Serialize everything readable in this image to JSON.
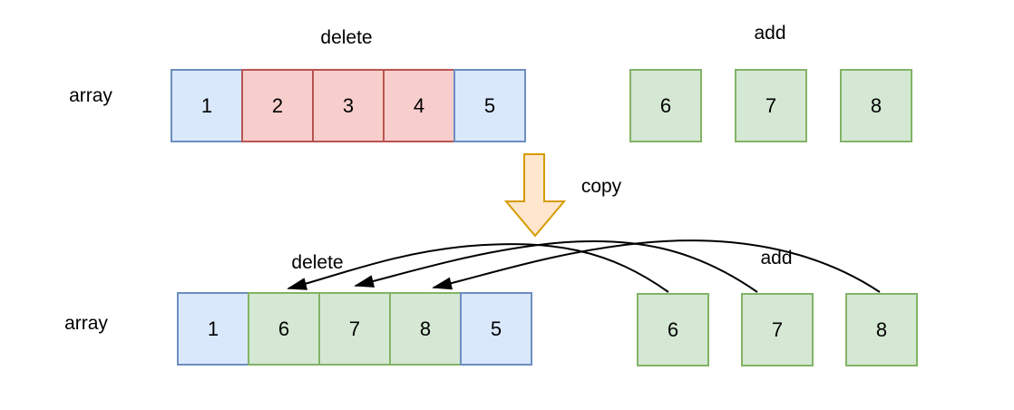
{
  "labels": {
    "array_top": "array",
    "array_bottom": "array",
    "delete_top": "delete",
    "add_top": "add",
    "copy": "copy",
    "delete_bottom": "delete",
    "add_bottom": "add"
  },
  "colors": {
    "blue_fill": "#dae8fc",
    "blue_stroke": "#6c8ebf",
    "red_fill": "#f8cecc",
    "red_stroke": "#b85450",
    "green_fill": "#d5e8d4",
    "green_stroke": "#82b366",
    "orange_fill": "#ffe6cc",
    "orange_stroke": "#d79b00",
    "line": "#000000",
    "background": "#ffffff"
  },
  "top_array": {
    "cells": [
      {
        "value": "1",
        "type": "blue"
      },
      {
        "value": "2",
        "type": "red"
      },
      {
        "value": "3",
        "type": "red"
      },
      {
        "value": "4",
        "type": "red"
      },
      {
        "value": "5",
        "type": "blue"
      }
    ]
  },
  "top_add_boxes": {
    "cells": [
      {
        "value": "6",
        "type": "green"
      },
      {
        "value": "7",
        "type": "green"
      },
      {
        "value": "8",
        "type": "green"
      }
    ]
  },
  "bottom_array": {
    "cells": [
      {
        "value": "1",
        "type": "blue"
      },
      {
        "value": "6",
        "type": "green"
      },
      {
        "value": "7",
        "type": "green"
      },
      {
        "value": "8",
        "type": "green"
      },
      {
        "value": "5",
        "type": "blue"
      }
    ]
  },
  "bottom_add_boxes": {
    "cells": [
      {
        "value": "6",
        "type": "green"
      },
      {
        "value": "7",
        "type": "green"
      },
      {
        "value": "8",
        "type": "green"
      }
    ]
  }
}
